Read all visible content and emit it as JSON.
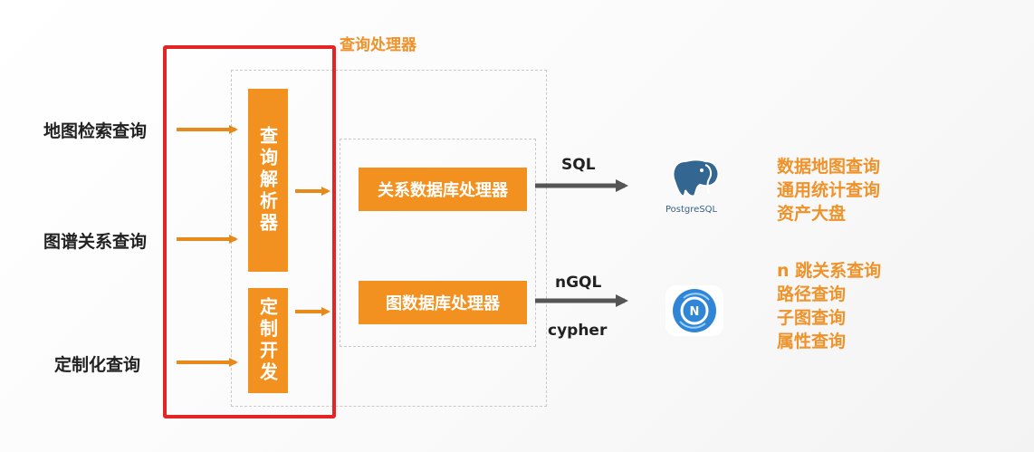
{
  "inputs": [
    "地图检索查询",
    "图谱关系查询",
    "定制化查询"
  ],
  "processor_title": "查询处理器",
  "parser_box": "查询解析器",
  "custom_box": "定制开发",
  "relational_processor": "关系数据库处理器",
  "graph_processor": "图数据库处理器",
  "edges": {
    "sql": "SQL",
    "ngql": "nGQL",
    "cypher": "cypher"
  },
  "postgres_logo_text": "PostgreSQL",
  "relational_outputs": [
    "数据地图查询",
    "通用统计查询",
    "资产大盘"
  ],
  "graph_outputs": [
    "n 跳关系查询",
    "路径查询",
    "子图查询",
    "属性查询"
  ],
  "colors": {
    "accent": "#f2911f",
    "highlight": "#e32526",
    "arrow_dark": "#555555",
    "nebula": "#2f86d6"
  }
}
